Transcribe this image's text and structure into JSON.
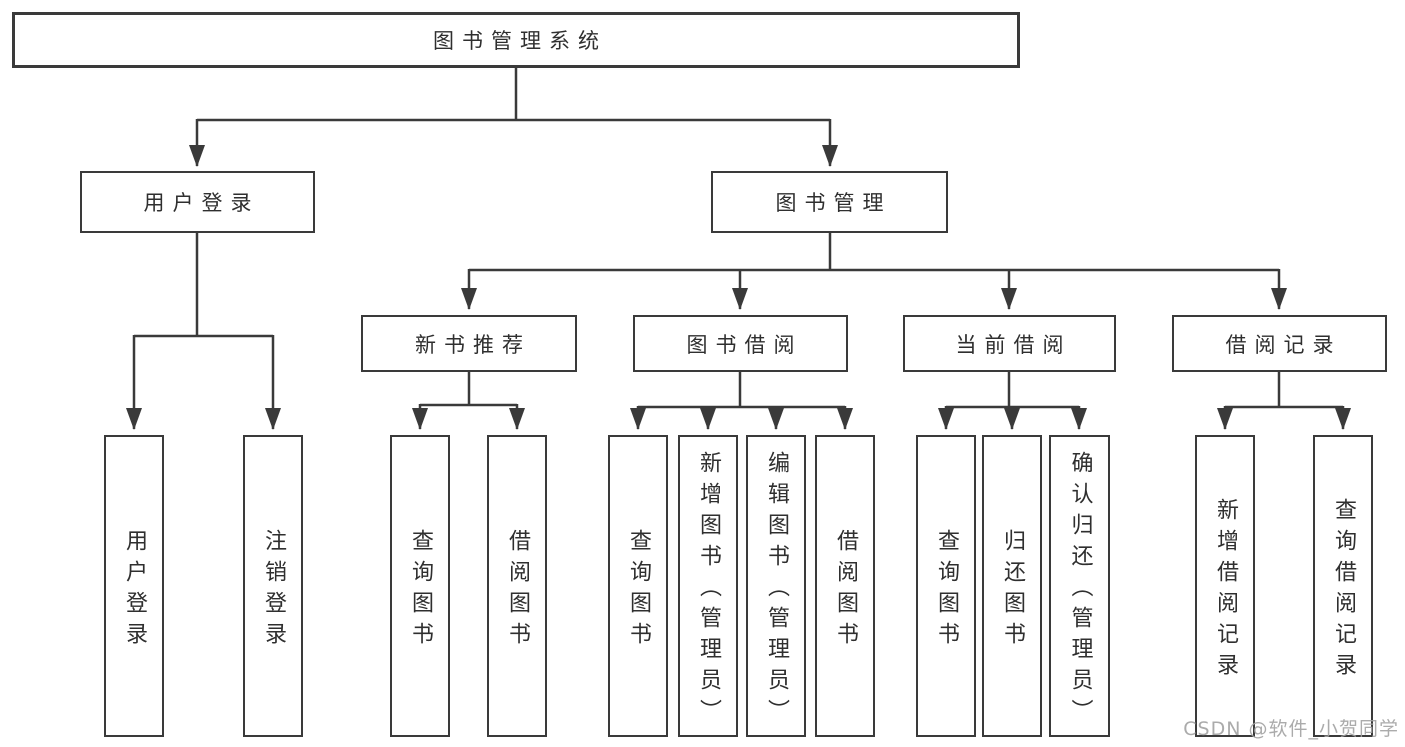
{
  "diagram": {
    "tree": {
      "label": "图书管理系统",
      "children": [
        {
          "label": "用户登录",
          "children": [
            {
              "label": "用户登录"
            },
            {
              "label": "注销登录"
            }
          ]
        },
        {
          "label": "图书管理",
          "children": [
            {
              "label": "新书推荐",
              "children": [
                {
                  "label": "查询图书"
                },
                {
                  "label": "借阅图书"
                }
              ]
            },
            {
              "label": "图书借阅",
              "children": [
                {
                  "label": "查询图书"
                },
                {
                  "label": "新增图书（管理员）"
                },
                {
                  "label": "编辑图书（管理员）"
                },
                {
                  "label": "借阅图书"
                }
              ]
            },
            {
              "label": "当前借阅",
              "children": [
                {
                  "label": "查询图书"
                },
                {
                  "label": "归还图书"
                },
                {
                  "label": "确认归还（管理员）"
                }
              ]
            },
            {
              "label": "借阅记录",
              "children": [
                {
                  "label": "新增借阅记录"
                },
                {
                  "label": "查询借阅记录"
                }
              ]
            }
          ]
        }
      ]
    },
    "colors": {
      "line": "#3a3a3a",
      "box_border": "#3a3a3a",
      "text": "#2f2f2f",
      "background": "#ffffff",
      "watermark": "#a2a2a2"
    }
  },
  "watermark": {
    "text": "CSDN @软件_小贺同学"
  }
}
